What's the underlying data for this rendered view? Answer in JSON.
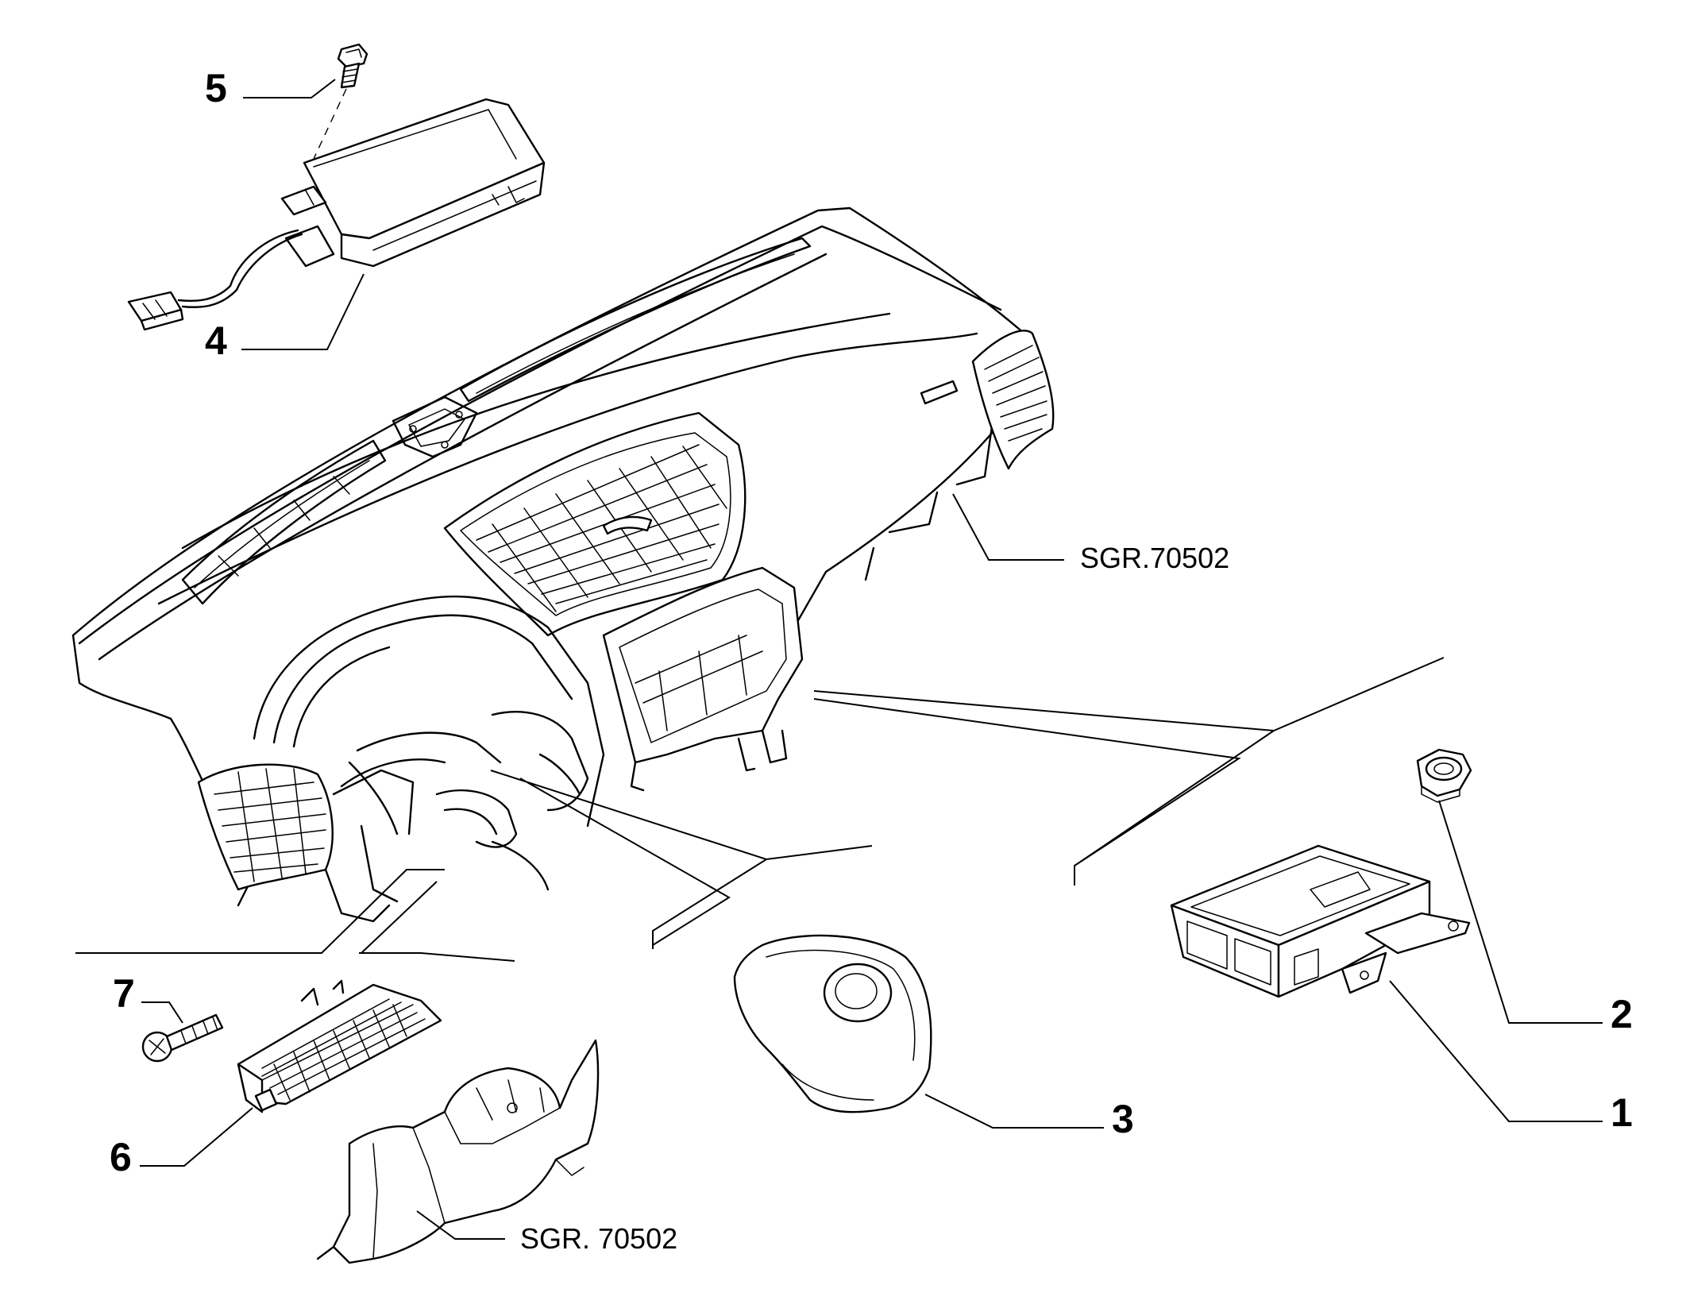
{
  "callouts": {
    "c1": "1",
    "c2": "2",
    "c3": "3",
    "c4": "4",
    "c5": "5",
    "c6": "6",
    "c7": "7"
  },
  "references": {
    "dashboard": "SGR.70502",
    "lower_cover": "SGR. 70502"
  }
}
